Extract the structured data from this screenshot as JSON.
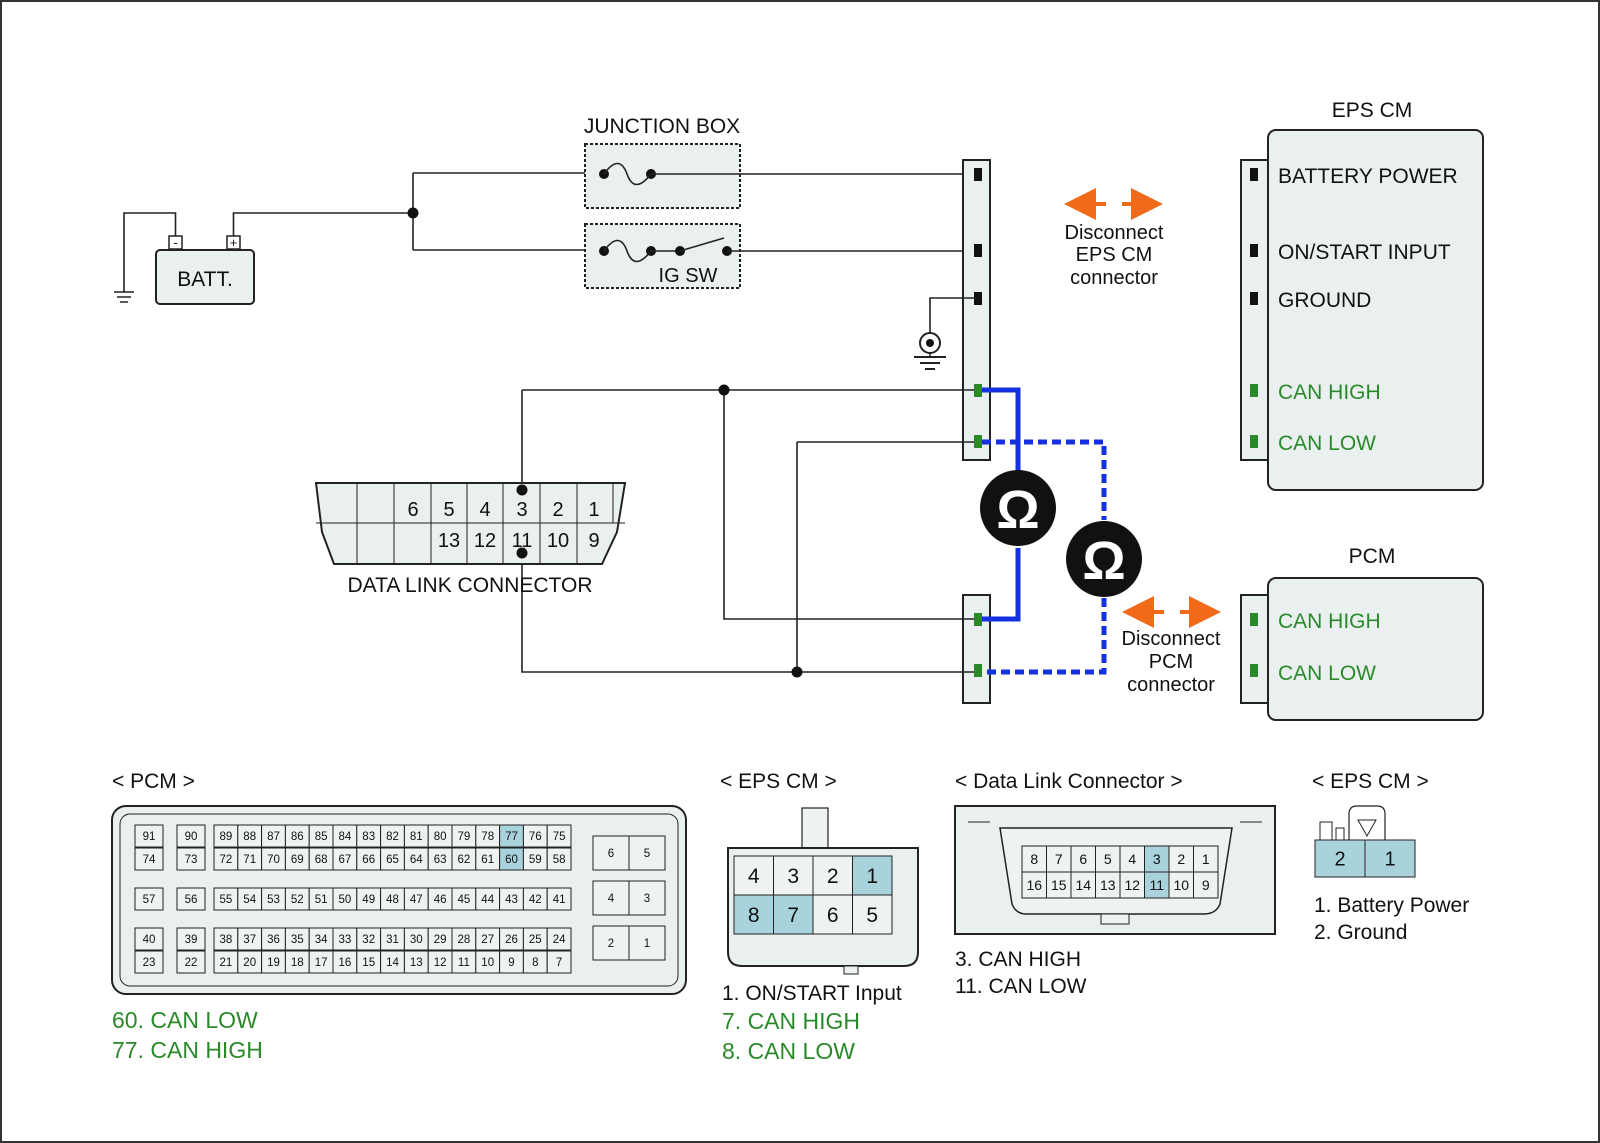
{
  "colors": {
    "can_text": "#2a8a2a",
    "highlight_pin": "#a9d3dc",
    "measure_wire": "#1530e0",
    "arrow": "#f06a1a",
    "connector_fill": "#eaf0ef"
  },
  "labels": {
    "junction_box": "JUNCTION BOX",
    "battery": "BATT.",
    "battery_neg": "-",
    "battery_pos": "+",
    "ig_sw": "IG SW",
    "dlc_caption": "DATA LINK CONNECTOR",
    "ohm_symbol": "Ω",
    "disconnect_eps": [
      "Disconnect",
      "EPS CM",
      "connector"
    ],
    "disconnect_pcm": [
      "Disconnect",
      "PCM",
      "connector"
    ]
  },
  "eps_cm_module": {
    "title": "EPS CM",
    "pins": [
      "BATTERY POWER",
      "ON/START INPUT",
      "GROUND",
      "CAN HIGH",
      "CAN LOW"
    ]
  },
  "pcm_module": {
    "title": "PCM",
    "pins": [
      "CAN HIGH",
      "CAN LOW"
    ]
  },
  "dlc_schematic": {
    "top_row": [
      "6",
      "5",
      "4",
      "3",
      "2",
      "1"
    ],
    "bottom_row": [
      "13",
      "12",
      "11",
      "10",
      "9"
    ]
  },
  "views": {
    "pcm": {
      "title": "< PCM >",
      "notes": [
        "60. CAN LOW",
        "77. CAN HIGH"
      ],
      "row1": [
        "89",
        "88",
        "87",
        "86",
        "85",
        "84",
        "83",
        "82",
        "81",
        "80",
        "79",
        "78",
        "77",
        "76",
        "75"
      ],
      "row2": [
        "72",
        "71",
        "70",
        "69",
        "68",
        "67",
        "66",
        "65",
        "64",
        "63",
        "62",
        "61",
        "60",
        "59",
        "58"
      ],
      "row3": [
        "55",
        "54",
        "53",
        "52",
        "51",
        "50",
        "49",
        "48",
        "47",
        "46",
        "45",
        "44",
        "43",
        "42",
        "41"
      ],
      "row4": [
        "38",
        "37",
        "36",
        "35",
        "34",
        "33",
        "32",
        "31",
        "30",
        "29",
        "28",
        "27",
        "26",
        "25",
        "24"
      ],
      "row5": [
        "21",
        "20",
        "19",
        "18",
        "17",
        "16",
        "15",
        "14",
        "13",
        "12",
        "11",
        "10",
        "9",
        "8",
        "7"
      ],
      "left_pairs": [
        [
          "91",
          "74"
        ],
        [
          "90",
          "73"
        ],
        [
          "57",
          ""
        ],
        [
          "56",
          ""
        ],
        [
          "40",
          "23"
        ],
        [
          "39",
          "22"
        ]
      ],
      "right_pins": [
        "6",
        "5",
        "4",
        "3",
        "2",
        "1"
      ]
    },
    "eps_cm_1": {
      "title": "< EPS CM >",
      "top_row": [
        "4",
        "3",
        "2",
        "1"
      ],
      "bottom_row": [
        "8",
        "7",
        "6",
        "5"
      ],
      "notes": [
        "1. ON/START Input",
        "7. CAN HIGH",
        "8. CAN LOW"
      ]
    },
    "dlc": {
      "title": "< Data Link Connector >",
      "top_row": [
        "8",
        "7",
        "6",
        "5",
        "4",
        "3",
        "2",
        "1"
      ],
      "bottom_row": [
        "16",
        "15",
        "14",
        "13",
        "12",
        "11",
        "10",
        "9"
      ],
      "notes": [
        "3. CAN HIGH",
        "11. CAN LOW"
      ]
    },
    "eps_cm_2": {
      "title": "< EPS CM >",
      "pins": [
        "2",
        "1"
      ],
      "notes": [
        "1. Battery Power",
        "2. Ground"
      ]
    }
  }
}
